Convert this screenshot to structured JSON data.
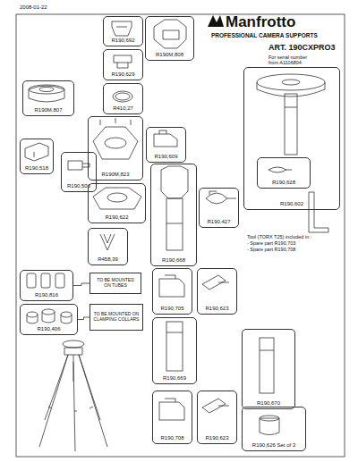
{
  "diagram": {
    "nodes": [
      {
        "text": [
          "R190,692"
        ]
      },
      {
        "text": [
          "R190M,808"
        ]
      },
      {
        "text": [
          "R190,629"
        ]
      },
      {
        "text": [
          "R410,27"
        ]
      },
      {
        "text": [
          "R190M,807"
        ]
      },
      {
        "text": [
          "R190M,823"
        ]
      },
      {
        "text": [
          "R190,609"
        ]
      },
      {
        "text": [
          "R190,518"
        ]
      },
      {
        "text": [
          "R190,506"
        ]
      },
      {
        "text": [
          "R190,622"
        ]
      },
      {
        "text": [
          "R458,39"
        ]
      },
      {
        "text": [
          "R190,668"
        ]
      },
      {
        "text": [
          "R190,427"
        ]
      },
      {
        "text": [
          "R190,816"
        ]
      },
      {
        "text": [
          "TO BE MOUNTED ON TUBES"
        ]
      },
      {
        "text": [
          "R190,406"
        ]
      },
      {
        "text": [
          "TO BE MOUNTED ON CLAMPING COLLARS"
        ]
      },
      {
        "text": [
          "R190,705"
        ]
      },
      {
        "text": [
          "R190,623"
        ]
      },
      {
        "text": [
          "R190,669"
        ]
      },
      {
        "text": [
          "R190,708"
        ]
      },
      {
        "text": [
          "R190,623"
        ]
      },
      {
        "text": [
          "R190,602"
        ]
      },
      {
        "text": [
          "R190,628"
        ],
        "in": 22
      },
      {
        "text": [
          "R190,670"
        ]
      },
      {
        "text": [
          "R190,626 Set of 3"
        ]
      }
    ],
    "edges": [
      {
        "from": 13,
        "to": 14,
        "arrow": "none"
      },
      {
        "from": 15,
        "to": 16,
        "arrow": "none"
      }
    ],
    "labels": [
      "2008-01-22",
      "Manfrotto",
      "PROFESSIONAL CAMERA SUPPORTS",
      "ART. 190CXPRO3",
      "For serial number from A1106804",
      "Tool (TORX T25) included in :",
      "- Spare part R190,703",
      "- Spare part R190,708"
    ]
  }
}
